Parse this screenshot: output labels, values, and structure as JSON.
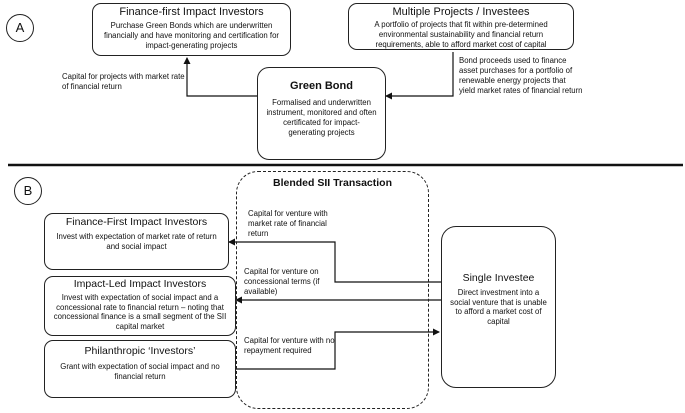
{
  "panel_a": {
    "marker": "A",
    "investors_box": {
      "title": "Finance-first Impact Investors",
      "desc": "Purchase Green Bonds which are underwritten financially and have monitoring and certification for impact-generating projects"
    },
    "projects_box": {
      "title": "Multiple Projects / Investees",
      "desc": "A portfolio of projects that fit within pre-determined environmental sustainability and financial return requirements, able to afford market cost of capital"
    },
    "bond_box": {
      "title": "Green Bond",
      "desc": "Formalised and underwritten instrument, monitored and often certificated for impact-generating projects"
    },
    "label_left": "Capital for projects with market rate of financial return",
    "label_right": "Bond proceeds used to finance asset purchases for a portfolio of renewable energy projects that yield market rates of financial return"
  },
  "panel_b": {
    "marker": "B",
    "transaction_title": "Blended SII Transaction",
    "finance_first_box": {
      "title": "Finance-First Impact Investors",
      "desc": "Invest with expectation of market rate of return and social impact"
    },
    "impact_led_box": {
      "title": "Impact-Led Impact Investors",
      "desc": "Invest with expectation of social impact and a concessional rate to financial return – noting that concessional finance is a small segment of the SII capital market"
    },
    "philanthropic_box": {
      "title": "Philanthropic ‘Investors’",
      "desc": "Grant with expectation of social impact and no financial return"
    },
    "investee_box": {
      "title": "Single Investee",
      "desc": "Direct investment into a social venture that is unable to afford a market cost of capital"
    },
    "label_market": "Capital for venture with market rate of financial return",
    "label_concessional": "Capital for venture on concessional terms (if available)",
    "label_grant": "Capital for venture with no repayment required"
  }
}
